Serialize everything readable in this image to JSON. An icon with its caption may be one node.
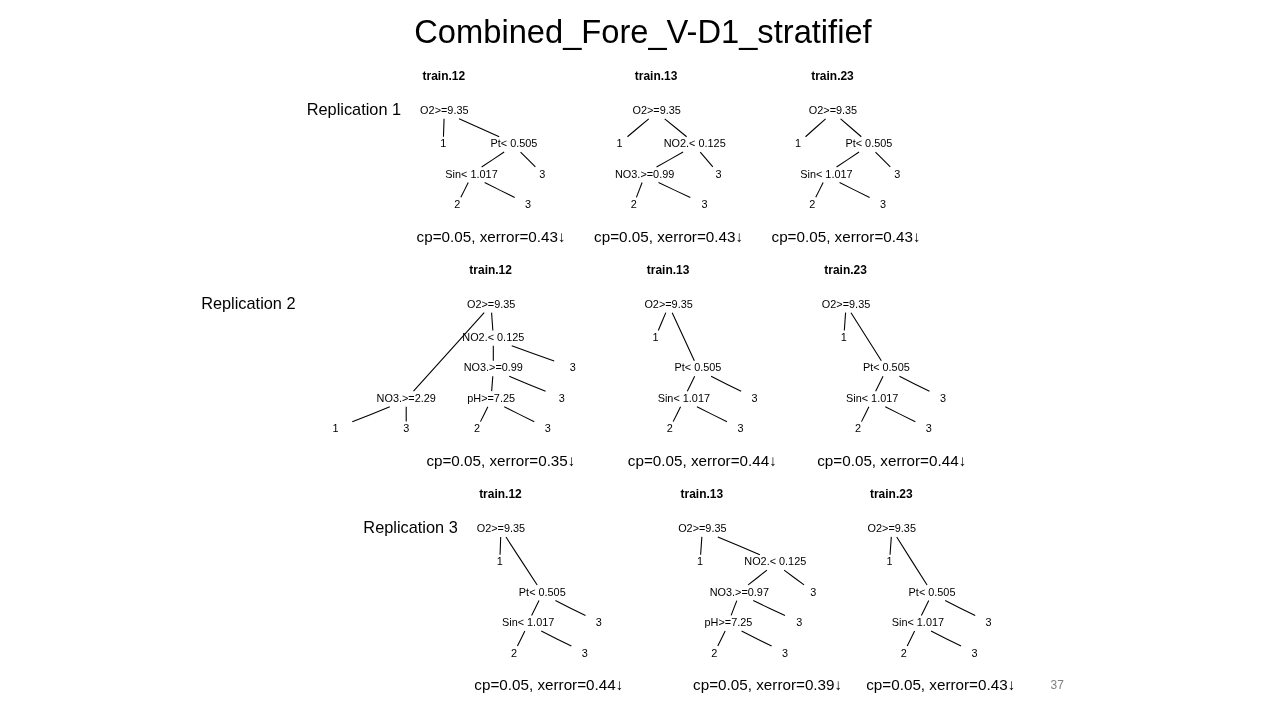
{
  "diagram": {
    "title": "Combined_Fore_V-D1_stratifief",
    "nodes": [
      {
        "text": [
          "O2>=9.35"
        ]
      },
      {
        "text": [
          "1"
        ]
      },
      {
        "text": [
          "Pt< 0.505"
        ]
      },
      {
        "text": [
          "Sin< 1.017"
        ]
      },
      {
        "text": [
          "2"
        ]
      },
      {
        "text": [
          "3"
        ]
      },
      {
        "text": [
          "3"
        ]
      },
      {
        "text": [
          "O2>=9.35"
        ]
      },
      {
        "text": [
          "1"
        ]
      },
      {
        "text": [
          "NO2.< 0.125"
        ]
      },
      {
        "text": [
          "NO3.>=0.99"
        ]
      },
      {
        "text": [
          "2"
        ]
      },
      {
        "text": [
          "3"
        ]
      },
      {
        "text": [
          "3"
        ]
      },
      {
        "text": [
          "O2>=9.35"
        ]
      },
      {
        "text": [
          "1"
        ]
      },
      {
        "text": [
          "Pt< 0.505"
        ]
      },
      {
        "text": [
          "Sin< 1.017"
        ]
      },
      {
        "text": [
          "2"
        ]
      },
      {
        "text": [
          "3"
        ]
      },
      {
        "text": [
          "3"
        ]
      },
      {
        "text": [
          "O2>=9.35"
        ]
      },
      {
        "text": [
          "NO3.>=2.29"
        ]
      },
      {
        "text": [
          "1"
        ]
      },
      {
        "text": [
          "3"
        ]
      },
      {
        "text": [
          "NO2.< 0.125"
        ]
      },
      {
        "text": [
          "NO3.>=0.99"
        ]
      },
      {
        "text": [
          "pH>=7.25"
        ]
      },
      {
        "text": [
          "2"
        ]
      },
      {
        "text": [
          "3"
        ]
      },
      {
        "text": [
          "3"
        ]
      },
      {
        "text": [
          "3"
        ]
      },
      {
        "text": [
          "O2>=9.35"
        ]
      },
      {
        "text": [
          "1"
        ]
      },
      {
        "text": [
          "Pt< 0.505"
        ]
      },
      {
        "text": [
          "Sin< 1.017"
        ]
      },
      {
        "text": [
          "2"
        ]
      },
      {
        "text": [
          "3"
        ]
      },
      {
        "text": [
          "3"
        ]
      },
      {
        "text": [
          "O2>=9.35"
        ]
      },
      {
        "text": [
          "1"
        ]
      },
      {
        "text": [
          "Pt< 0.505"
        ]
      },
      {
        "text": [
          "Sin< 1.017"
        ]
      },
      {
        "text": [
          "2"
        ]
      },
      {
        "text": [
          "3"
        ]
      },
      {
        "text": [
          "3"
        ]
      },
      {
        "text": [
          "O2>=9.35"
        ]
      },
      {
        "text": [
          "1"
        ]
      },
      {
        "text": [
          "Pt< 0.505"
        ]
      },
      {
        "text": [
          "Sin< 1.017"
        ]
      },
      {
        "text": [
          "2"
        ]
      },
      {
        "text": [
          "3"
        ]
      },
      {
        "text": [
          "3"
        ]
      },
      {
        "text": [
          "O2>=9.35"
        ]
      },
      {
        "text": [
          "1"
        ]
      },
      {
        "text": [
          "NO2.< 0.125"
        ]
      },
      {
        "text": [
          "NO3.>=0.97"
        ]
      },
      {
        "text": [
          "pH>=7.25"
        ]
      },
      {
        "text": [
          "2"
        ]
      },
      {
        "text": [
          "3"
        ]
      },
      {
        "text": [
          "3"
        ]
      },
      {
        "text": [
          "3"
        ]
      },
      {
        "text": [
          "O2>=9.35"
        ]
      },
      {
        "text": [
          "1"
        ]
      },
      {
        "text": [
          "Pt< 0.505"
        ]
      },
      {
        "text": [
          "Sin< 1.017"
        ]
      },
      {
        "text": [
          "2"
        ]
      },
      {
        "text": [
          "3"
        ]
      },
      {
        "text": [
          "3"
        ]
      }
    ],
    "edges": [
      {
        "from": 0,
        "to": 1,
        "arrow": "none"
      },
      {
        "from": 0,
        "to": 2,
        "arrow": "none"
      },
      {
        "from": 2,
        "to": 3,
        "arrow": "none"
      },
      {
        "from": 3,
        "to": 4,
        "arrow": "none"
      },
      {
        "from": 3,
        "to": 5,
        "arrow": "none"
      },
      {
        "from": 2,
        "to": 6,
        "arrow": "none"
      },
      {
        "from": 7,
        "to": 8,
        "arrow": "none"
      },
      {
        "from": 7,
        "to": 9,
        "arrow": "none"
      },
      {
        "from": 9,
        "to": 10,
        "arrow": "none"
      },
      {
        "from": 10,
        "to": 11,
        "arrow": "none"
      },
      {
        "from": 10,
        "to": 12,
        "arrow": "none"
      },
      {
        "from": 9,
        "to": 13,
        "arrow": "none"
      },
      {
        "from": 14,
        "to": 15,
        "arrow": "none"
      },
      {
        "from": 14,
        "to": 16,
        "arrow": "none"
      },
      {
        "from": 16,
        "to": 17,
        "arrow": "none"
      },
      {
        "from": 17,
        "to": 18,
        "arrow": "none"
      },
      {
        "from": 17,
        "to": 19,
        "arrow": "none"
      },
      {
        "from": 16,
        "to": 20,
        "arrow": "none"
      },
      {
        "from": 21,
        "to": 22,
        "arrow": "none"
      },
      {
        "from": 22,
        "to": 23,
        "arrow": "none"
      },
      {
        "from": 22,
        "to": 24,
        "arrow": "none"
      },
      {
        "from": 21,
        "to": 25,
        "arrow": "none"
      },
      {
        "from": 25,
        "to": 26,
        "arrow": "none"
      },
      {
        "from": 26,
        "to": 27,
        "arrow": "none"
      },
      {
        "from": 27,
        "to": 28,
        "arrow": "none"
      },
      {
        "from": 27,
        "to": 29,
        "arrow": "none"
      },
      {
        "from": 26,
        "to": 30,
        "arrow": "none"
      },
      {
        "from": 25,
        "to": 31,
        "arrow": "none"
      },
      {
        "from": 32,
        "to": 33,
        "arrow": "none"
      },
      {
        "from": 32,
        "to": 34,
        "arrow": "none"
      },
      {
        "from": 34,
        "to": 35,
        "arrow": "none"
      },
      {
        "from": 35,
        "to": 36,
        "arrow": "none"
      },
      {
        "from": 35,
        "to": 37,
        "arrow": "none"
      },
      {
        "from": 34,
        "to": 38,
        "arrow": "none"
      },
      {
        "from": 39,
        "to": 40,
        "arrow": "none"
      },
      {
        "from": 39,
        "to": 41,
        "arrow": "none"
      },
      {
        "from": 41,
        "to": 42,
        "arrow": "none"
      },
      {
        "from": 42,
        "to": 43,
        "arrow": "none"
      },
      {
        "from": 42,
        "to": 44,
        "arrow": "none"
      },
      {
        "from": 41,
        "to": 45,
        "arrow": "none"
      },
      {
        "from": 46,
        "to": 47,
        "arrow": "none"
      },
      {
        "from": 46,
        "to": 48,
        "arrow": "none"
      },
      {
        "from": 48,
        "to": 49,
        "arrow": "none"
      },
      {
        "from": 49,
        "to": 50,
        "arrow": "none"
      },
      {
        "from": 49,
        "to": 51,
        "arrow": "none"
      },
      {
        "from": 48,
        "to": 52,
        "arrow": "none"
      },
      {
        "from": 53,
        "to": 54,
        "arrow": "none"
      },
      {
        "from": 53,
        "to": 55,
        "arrow": "none"
      },
      {
        "from": 55,
        "to": 56,
        "arrow": "none"
      },
      {
        "from": 56,
        "to": 57,
        "arrow": "none"
      },
      {
        "from": 57,
        "to": 58,
        "arrow": "none"
      },
      {
        "from": 57,
        "to": 59,
        "arrow": "none"
      },
      {
        "from": 56,
        "to": 60,
        "arrow": "none"
      },
      {
        "from": 55,
        "to": 61,
        "arrow": "none"
      },
      {
        "from": 62,
        "to": 63,
        "arrow": "none"
      },
      {
        "from": 62,
        "to": 64,
        "arrow": "none"
      },
      {
        "from": 64,
        "to": 65,
        "arrow": "none"
      },
      {
        "from": 65,
        "to": 66,
        "arrow": "none"
      },
      {
        "from": 65,
        "to": 67,
        "arrow": "none"
      },
      {
        "from": 64,
        "to": 68,
        "arrow": "none"
      }
    ],
    "labels": [
      "train.12",
      "train.13",
      "train.23",
      "Replication 1",
      "cp=0.05, xerror=0.43↓",
      "cp=0.05, xerror=0.43↓",
      "cp=0.05, xerror=0.43↓",
      "train.12",
      "train.13",
      "train.23",
      "Replication 2",
      "cp=0.05, xerror=0.35↓",
      "cp=0.05, xerror=0.44↓",
      "cp=0.05, xerror=0.44↓",
      "train.12",
      "train.13",
      "train.23",
      "Replication 3",
      "cp=0.05, xerror=0.44↓",
      "cp=0.05, xerror=0.39↓",
      "cp=0.05, xerror=0.43↓",
      "37"
    ]
  }
}
